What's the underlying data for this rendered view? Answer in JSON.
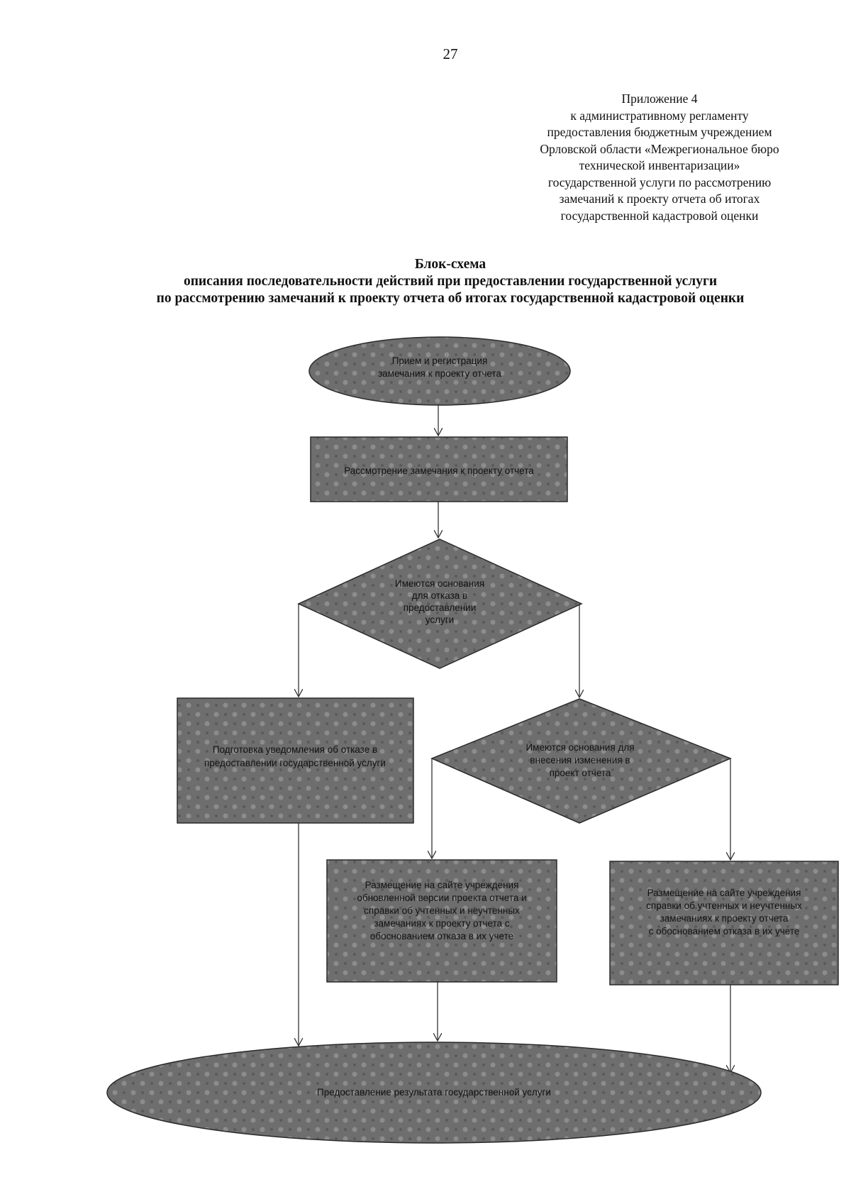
{
  "page_number": "27",
  "appendix": {
    "lines": [
      "Приложение 4",
      "к административному регламенту",
      "предоставления бюджетным учреждением",
      "Орловской области «Межрегиональное бюро",
      "технической инвентаризации»",
      "государственной услуги по рассмотрению",
      "замечаний к проекту отчета об итогах",
      "государственной кадастровой оценки"
    ]
  },
  "title": {
    "line1": "Блок-схема",
    "line2": "описания последовательности действий при предоставлении государственной услуги",
    "line3": "по рассмотрению замечаний к проекту отчета об итогах государственной кадастровой оценки"
  },
  "flowchart": {
    "start": {
      "lines": [
        "Прием и регистрация",
        "замечания к проекту отчета"
      ]
    },
    "review": {
      "lines": [
        "Рассмотрение замечания к проекту отчета"
      ]
    },
    "decision_refusal": {
      "lines": [
        "Имеются основания",
        "для отказа в",
        "предоставлении",
        "услуги"
      ]
    },
    "refusal_notice": {
      "lines": [
        "Подготовка уведомления об отказе в",
        "предоставлении государственной услуги"
      ]
    },
    "decision_changes": {
      "lines": [
        "Имеются основания для",
        "внесения изменения в",
        "проект отчета"
      ]
    },
    "publish_updated": {
      "lines": [
        "Размещение на сайте учреждения",
        "обновленной версии проекта отчета и",
        "справки об учтенных и неучтенных",
        "замечаниях к проекту отчета с",
        "обоснованием отказа в их учете"
      ]
    },
    "publish_reference": {
      "lines": [
        "Размещение на сайте учреждения",
        "справки об учтенных и неучтенных",
        "замечаниях к проекту отчета",
        "с обоснованием отказа в их учете"
      ]
    },
    "end": {
      "lines": [
        "Предоставление результата государственной услуги"
      ]
    }
  },
  "colors": {
    "shape_fill": "#6f6f6f",
    "shape_pattern": "#9a9a9a",
    "line": "#333333"
  }
}
